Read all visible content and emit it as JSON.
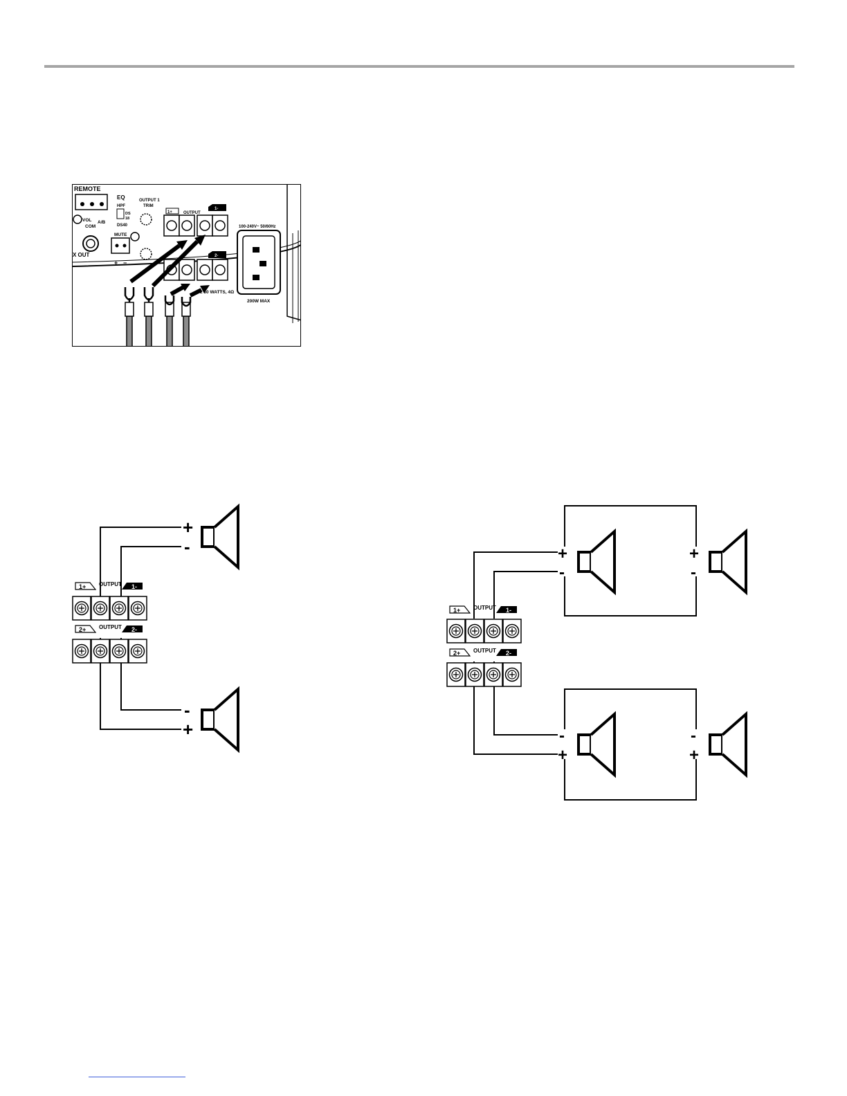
{
  "photo": {
    "labels": {
      "remote": "REMOTE",
      "eq": "EQ",
      "hpf": "HPF",
      "ds18": "DS",
      "ds18b": "18",
      "ds40": "DS40",
      "output1trim": "OUTPUT 1",
      "trim": "TRIM",
      "vol": "VOL",
      "com": "COM",
      "ab": "A/B",
      "mute": "MUTE",
      "out": "X OUT",
      "t1p": "1+",
      "t1m": "1-",
      "t2m": "2-",
      "output": "OUTPUT",
      "power": "100-240V~ 50/60Hz",
      "watts": "2 50 WATTS, 4Ω",
      "max": "200W MAX",
      "plus": "+",
      "minus": "−"
    }
  },
  "terminal": {
    "t1p": "1+",
    "t1m": "1-",
    "t2p": "2+",
    "t2m": "2-",
    "output": "OUTPUT"
  },
  "polarity": {
    "plus": "+",
    "minus": "-"
  },
  "colors": {
    "rule": "#a5a5a5",
    "line": "#000000",
    "link": "#3b5bdb"
  }
}
